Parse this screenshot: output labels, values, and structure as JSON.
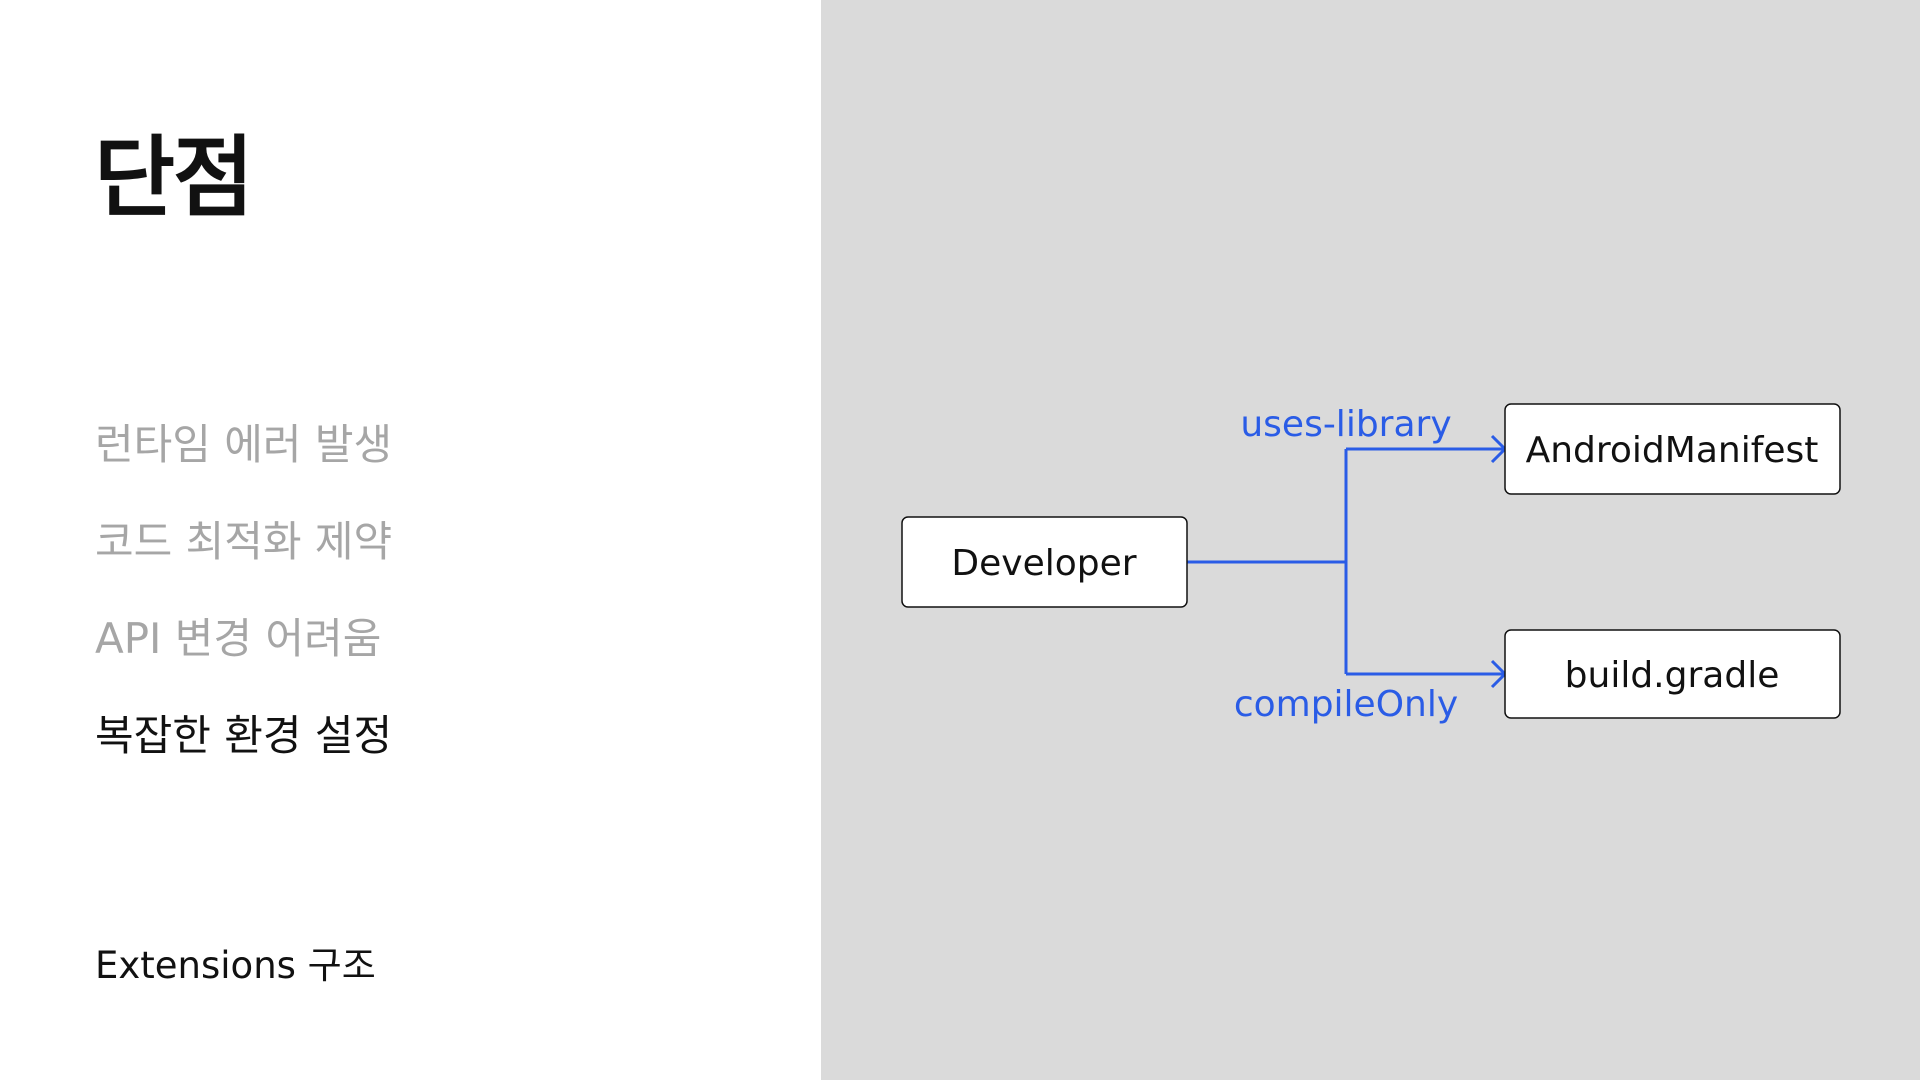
{
  "slide": {
    "title": "단점",
    "points": [
      {
        "text": "런타임 에러 발생",
        "state": "dim"
      },
      {
        "text": "코드 최적화 제약",
        "state": "dim"
      },
      {
        "text": "API 변경 어려움",
        "state": "dim"
      },
      {
        "text": "복잡한 환경 설정",
        "state": "active"
      }
    ],
    "footer": "Extensions 구조"
  },
  "diagram": {
    "nodes": {
      "developer": "Developer",
      "manifest": "AndroidManifest",
      "gradle": "build.gradle"
    },
    "edges": {
      "to_manifest": "uses-library",
      "to_gradle": "compileOnly"
    },
    "colors": {
      "edge": "#2a5ce6",
      "node_border": "#111111",
      "panel_bg": "#dadada"
    }
  }
}
